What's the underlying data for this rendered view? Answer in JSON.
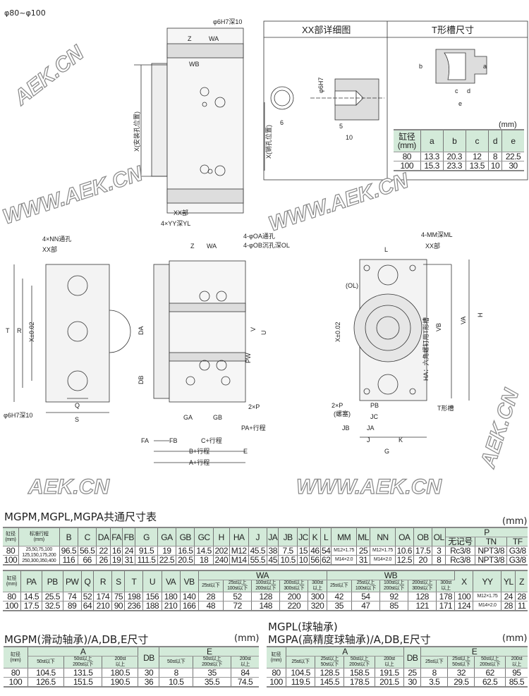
{
  "header": {
    "title": "φ80~φ100"
  },
  "watermark": [
    "AEK.CN",
    "WWW.AEK.CN",
    "WWW.AEK.CN",
    "AEK.CN",
    "WWW.AEK.CN",
    "AEK.CN"
  ],
  "drawings": {
    "top_view": {
      "z": "Z",
      "wa": "WA",
      "wb": "WB",
      "pin": "φ6H7深10",
      "x_mount": "X(安装孔位置)",
      "x_pin": "X(销孔位置)",
      "xx": "XX部",
      "yy": "4×YY深YL"
    },
    "detail": {
      "title": "XX部详细图",
      "d6": "6",
      "d5": "5",
      "d10": "10",
      "h7": "φ6H7"
    },
    "tslot": {
      "title": "T形槽尺寸",
      "a": "a",
      "b": "b",
      "c": "c",
      "d": "d",
      "e": "e",
      "unit": "(mm)",
      "headers": [
        "缸径\n(mm)",
        "a",
        "b",
        "c",
        "d",
        "e"
      ],
      "rows": [
        [
          "80",
          "13.3",
          "20.3",
          "12",
          "8",
          "22.5"
        ],
        [
          "100",
          "15.3",
          "23.3",
          "13.5",
          "10",
          "30"
        ]
      ]
    },
    "left_view": {
      "nn": "4×NN通孔",
      "xx": "XX部",
      "t": "T",
      "r": "R",
      "x": "X±0.02",
      "q": "Q",
      "s": "S",
      "pin": "φ6H7深10"
    },
    "middle_view": {
      "z": "Z",
      "wa": "WA",
      "oa": "4-φOA通孔",
      "ob": "4-φOB沉孔深OL",
      "da": "DA",
      "db": "DB",
      "u": "U",
      "v": "V",
      "pw": "PW",
      "ga": "GA",
      "gb": "GB",
      "p": "2×P",
      "pa": "PA+行程",
      "fa": "FA",
      "fb": "FB",
      "c": "C+行程",
      "e": "E",
      "b": "B+行程",
      "a": "A+行程"
    },
    "right_view": {
      "mm": "4-MM深ML",
      "xx": "XX部",
      "l": "L",
      "ol": "(OL)",
      "x": "X±0.02",
      "vb": "VB",
      "va": "VA",
      "h": "H",
      "ha": "HA：六角螺钉用T形槽",
      "tslot": "T形槽",
      "p": "2×P",
      "plug": "(螺塞)",
      "pb": "PB",
      "jc": "JC",
      "jb": "JB",
      "ja": "JA",
      "j": "J",
      "k": "K",
      "g": "G"
    }
  },
  "table1": {
    "title": "MGPM,MGPL,MGPA共通尺寸表",
    "unit": "(mm)",
    "header_rows": [
      [
        {
          "t": "缸径\n(mm)",
          "rs": 2
        },
        {
          "t": "标准行程\n(mm)",
          "rs": 2
        },
        {
          "t": "B",
          "rs": 2
        },
        {
          "t": "C",
          "rs": 2
        },
        {
          "t": "DA",
          "rs": 2
        },
        {
          "t": "FA",
          "rs": 2
        },
        {
          "t": "FB",
          "rs": 2
        },
        {
          "t": "G",
          "rs": 2
        },
        {
          "t": "GA",
          "rs": 2
        },
        {
          "t": "GB",
          "rs": 2
        },
        {
          "t": "GC",
          "rs": 2
        },
        {
          "t": "H",
          "rs": 2
        },
        {
          "t": "HA",
          "rs": 2
        },
        {
          "t": "J",
          "rs": 2
        },
        {
          "t": "JA",
          "rs": 2
        },
        {
          "t": "JB",
          "rs": 2
        },
        {
          "t": "JC",
          "rs": 2
        },
        {
          "t": "K",
          "rs": 2
        },
        {
          "t": "L",
          "rs": 2
        },
        {
          "t": "MM",
          "rs": 2
        },
        {
          "t": "ML",
          "rs": 2
        },
        {
          "t": "NN",
          "rs": 2
        },
        {
          "t": "OA",
          "rs": 2
        },
        {
          "t": "OB",
          "rs": 2
        },
        {
          "t": "OL",
          "rs": 2
        },
        {
          "t": "P",
          "cs": 3
        }
      ],
      [
        {
          "t": "无记号"
        },
        {
          "t": "TN"
        },
        {
          "t": "TF"
        }
      ]
    ],
    "rows": [
      [
        {
          "t": "80"
        },
        {
          "t": "25,50,75,100\n125,150,175,200\n250,300,350,400",
          "rs": 2
        },
        {
          "t": "96.5"
        },
        {
          "t": "56.5"
        },
        {
          "t": "22"
        },
        {
          "t": "16"
        },
        {
          "t": "24"
        },
        {
          "t": "91.5"
        },
        {
          "t": "19"
        },
        {
          "t": "16.5"
        },
        {
          "t": "14.5"
        },
        {
          "t": "202"
        },
        {
          "t": "M12"
        },
        {
          "t": "45.5"
        },
        {
          "t": "38"
        },
        {
          "t": "7.5"
        },
        {
          "t": "15"
        },
        {
          "t": "46"
        },
        {
          "t": "54"
        },
        {
          "t": "M12×1.75"
        },
        {
          "t": "25"
        },
        {
          "t": "M12×1.75"
        },
        {
          "t": "10.6"
        },
        {
          "t": "17.5"
        },
        {
          "t": "3"
        },
        {
          "t": "Rc3/8"
        },
        {
          "t": "NPT3/8"
        },
        {
          "t": "G3/8"
        }
      ],
      [
        {
          "t": "100"
        },
        {
          "t": "116"
        },
        {
          "t": "66"
        },
        {
          "t": "26"
        },
        {
          "t": "19"
        },
        {
          "t": "31"
        },
        {
          "t": "111.5"
        },
        {
          "t": "22.5"
        },
        {
          "t": "20.5"
        },
        {
          "t": "18"
        },
        {
          "t": "240"
        },
        {
          "t": "M14"
        },
        {
          "t": "55.5"
        },
        {
          "t": "45"
        },
        {
          "t": "10.5"
        },
        {
          "t": "10"
        },
        {
          "t": "56"
        },
        {
          "t": "62"
        },
        {
          "t": "M14×2.0"
        },
        {
          "t": "31"
        },
        {
          "t": "M14×2.0"
        },
        {
          "t": "12.5"
        },
        {
          "t": "20"
        },
        {
          "t": "8"
        },
        {
          "t": "Rc3/8"
        },
        {
          "t": "NPT3/8"
        },
        {
          "t": "G3/8"
        }
      ]
    ]
  },
  "table2": {
    "header_rows": [
      [
        {
          "t": "缸径\n(mm)",
          "rs": 2
        },
        {
          "t": "PA",
          "rs": 2
        },
        {
          "t": "PB",
          "rs": 2
        },
        {
          "t": "PW",
          "rs": 2
        },
        {
          "t": "Q",
          "rs": 2
        },
        {
          "t": "R",
          "rs": 2
        },
        {
          "t": "S",
          "rs": 2
        },
        {
          "t": "T",
          "rs": 2
        },
        {
          "t": "U",
          "rs": 2
        },
        {
          "t": "VA",
          "rs": 2
        },
        {
          "t": "VB",
          "rs": 2
        },
        {
          "t": "WA",
          "cs": 5
        },
        {
          "t": "WB",
          "cs": 5
        },
        {
          "t": "X",
          "rs": 2
        },
        {
          "t": "YY",
          "rs": 2
        },
        {
          "t": "YL",
          "rs": 2
        },
        {
          "t": "Z",
          "rs": 2
        }
      ],
      [
        {
          "t": "25st以下"
        },
        {
          "t": "25st以上\n100st以下"
        },
        {
          "t": "100st以上\n200st以下"
        },
        {
          "t": "200st以上\n300st以下"
        },
        {
          "t": "300st\n以上"
        },
        {
          "t": "25st以下"
        },
        {
          "t": "25st以上\n100st以下"
        },
        {
          "t": "100st以上\n200st以下"
        },
        {
          "t": "200st以上\n300st以下"
        },
        {
          "t": "300st\n以上"
        }
      ]
    ],
    "rows": [
      [
        {
          "t": "80"
        },
        {
          "t": "14.5"
        },
        {
          "t": "25.5"
        },
        {
          "t": "74"
        },
        {
          "t": "52"
        },
        {
          "t": "174"
        },
        {
          "t": "75"
        },
        {
          "t": "198"
        },
        {
          "t": "156"
        },
        {
          "t": "180"
        },
        {
          "t": "140"
        },
        {
          "t": "28"
        },
        {
          "t": "52"
        },
        {
          "t": "128"
        },
        {
          "t": "200"
        },
        {
          "t": "300"
        },
        {
          "t": "42"
        },
        {
          "t": "54"
        },
        {
          "t": "92"
        },
        {
          "t": "128"
        },
        {
          "t": "178"
        },
        {
          "t": "100"
        },
        {
          "t": "M12×1.75"
        },
        {
          "t": "24"
        },
        {
          "t": "28"
        }
      ],
      [
        {
          "t": "100"
        },
        {
          "t": "17.5"
        },
        {
          "t": "32.5"
        },
        {
          "t": "89"
        },
        {
          "t": "64"
        },
        {
          "t": "210"
        },
        {
          "t": "90"
        },
        {
          "t": "236"
        },
        {
          "t": "188"
        },
        {
          "t": "210"
        },
        {
          "t": "166"
        },
        {
          "t": "48"
        },
        {
          "t": "72"
        },
        {
          "t": "148"
        },
        {
          "t": "220"
        },
        {
          "t": "320"
        },
        {
          "t": "35"
        },
        {
          "t": "47"
        },
        {
          "t": "85"
        },
        {
          "t": "121"
        },
        {
          "t": "171"
        },
        {
          "t": "124"
        },
        {
          "t": "M14×2.0"
        },
        {
          "t": "28"
        },
        {
          "t": "11"
        }
      ]
    ]
  },
  "table3": {
    "title": "MGPM(滑动轴承)/A,DB,E尺寸",
    "unit": "(mm)",
    "header_rows": [
      [
        {
          "t": "缸径\n(mm)",
          "rs": 2
        },
        {
          "t": "A",
          "cs": 3
        },
        {
          "t": "DB",
          "rs": 2
        },
        {
          "t": "E",
          "cs": 3
        }
      ],
      [
        {
          "t": "50st以下"
        },
        {
          "t": "50st以上\n200st以下"
        },
        {
          "t": "200st\n以上"
        },
        {
          "t": "50st以下"
        },
        {
          "t": "50st以上\n200st以下"
        },
        {
          "t": "200st\n以上"
        }
      ]
    ],
    "rows": [
      [
        {
          "t": "80"
        },
        {
          "t": "104.5"
        },
        {
          "t": "131.5"
        },
        {
          "t": "180.5"
        },
        {
          "t": "30"
        },
        {
          "t": "8"
        },
        {
          "t": "35"
        },
        {
          "t": "84"
        }
      ],
      [
        {
          "t": "100"
        },
        {
          "t": "126.5"
        },
        {
          "t": "151.5"
        },
        {
          "t": "190.5"
        },
        {
          "t": "36"
        },
        {
          "t": "10.5"
        },
        {
          "t": "35.5"
        },
        {
          "t": "74.5"
        }
      ]
    ]
  },
  "table4": {
    "title_line1": "MGPL(球轴承)",
    "title": "MGPA(高精度球轴承)/A,DB,E尺寸",
    "unit": "(mm)",
    "header_rows": [
      [
        {
          "t": "缸径\n(mm)",
          "rs": 2
        },
        {
          "t": "A",
          "cs": 4
        },
        {
          "t": "DB",
          "rs": 2
        },
        {
          "t": "E",
          "cs": 4
        }
      ],
      [
        {
          "t": "25st以下"
        },
        {
          "t": "25st以上\n50st以下"
        },
        {
          "t": "50st以上\n200st以下"
        },
        {
          "t": "200st\n以上"
        },
        {
          "t": "25st以下"
        },
        {
          "t": "25st以上\n50st以下"
        },
        {
          "t": "50st以上\n200st以下"
        },
        {
          "t": "200st\n以上"
        }
      ]
    ],
    "rows": [
      [
        {
          "t": "80"
        },
        {
          "t": "104.5"
        },
        {
          "t": "128.5"
        },
        {
          "t": "158.5"
        },
        {
          "t": "191.5"
        },
        {
          "t": "25"
        },
        {
          "t": "8"
        },
        {
          "t": "32"
        },
        {
          "t": "62"
        },
        {
          "t": "95"
        }
      ],
      [
        {
          "t": "100"
        },
        {
          "t": "119.5"
        },
        {
          "t": "145.5"
        },
        {
          "t": "178.5"
        },
        {
          "t": "201.5"
        },
        {
          "t": "30"
        },
        {
          "t": "3.5"
        },
        {
          "t": "29.5"
        },
        {
          "t": "62.5"
        },
        {
          "t": "85.5"
        }
      ]
    ]
  }
}
